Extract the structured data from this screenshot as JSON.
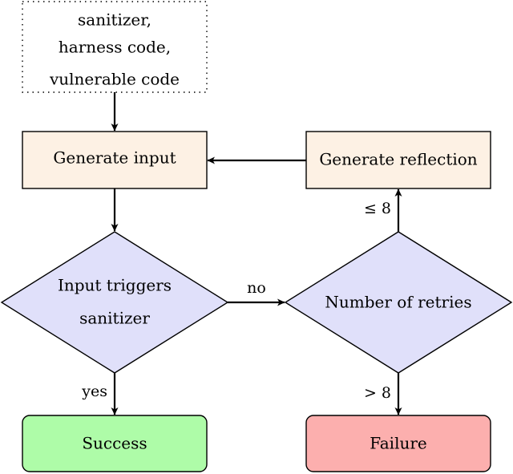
{
  "diagram": {
    "inputs": {
      "lines": [
        "sanitizer,",
        "harness code,",
        "vulnerable code"
      ]
    },
    "generate_input": {
      "label": "Generate input"
    },
    "generate_reflection": {
      "label": "Generate reflection"
    },
    "decision_trigger": {
      "lines": [
        "Input triggers",
        "sanitizer"
      ]
    },
    "decision_retries": {
      "label": "Number of retries"
    },
    "success": {
      "label": "Success"
    },
    "failure": {
      "label": "Failure"
    },
    "edges": {
      "no": "no",
      "yes": "yes",
      "le8": "≤ 8",
      "gt8": "> 8"
    },
    "colors": {
      "process_fill": "#fdf1e4",
      "decision_fill": "#e0e0fa",
      "success_fill": "#aefca8",
      "failure_fill": "#fcafae",
      "stroke": "#000000"
    }
  }
}
